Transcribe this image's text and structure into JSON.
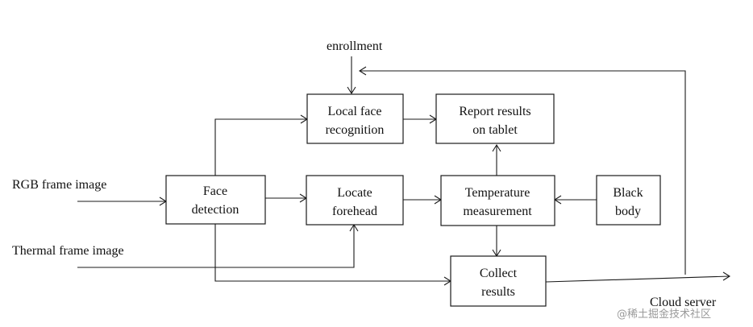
{
  "diagram": {
    "inputs": {
      "enrollment": "enrollment",
      "rgb": "RGB frame image",
      "thermal": "Thermal frame image"
    },
    "output": "Cloud server",
    "boxes": {
      "face_detection": [
        "Face",
        "detection"
      ],
      "local_face_recognition": [
        "Local face",
        "recognition"
      ],
      "report_results": [
        "Report results",
        "on tablet"
      ],
      "locate_forehead": [
        "Locate",
        "forehead"
      ],
      "temperature_measurement": [
        "Temperature",
        "measurement"
      ],
      "black_body": [
        "Black",
        "body"
      ],
      "collect_results": [
        "Collect",
        "results"
      ]
    }
  },
  "watermark": "@稀土掘金技术社区"
}
